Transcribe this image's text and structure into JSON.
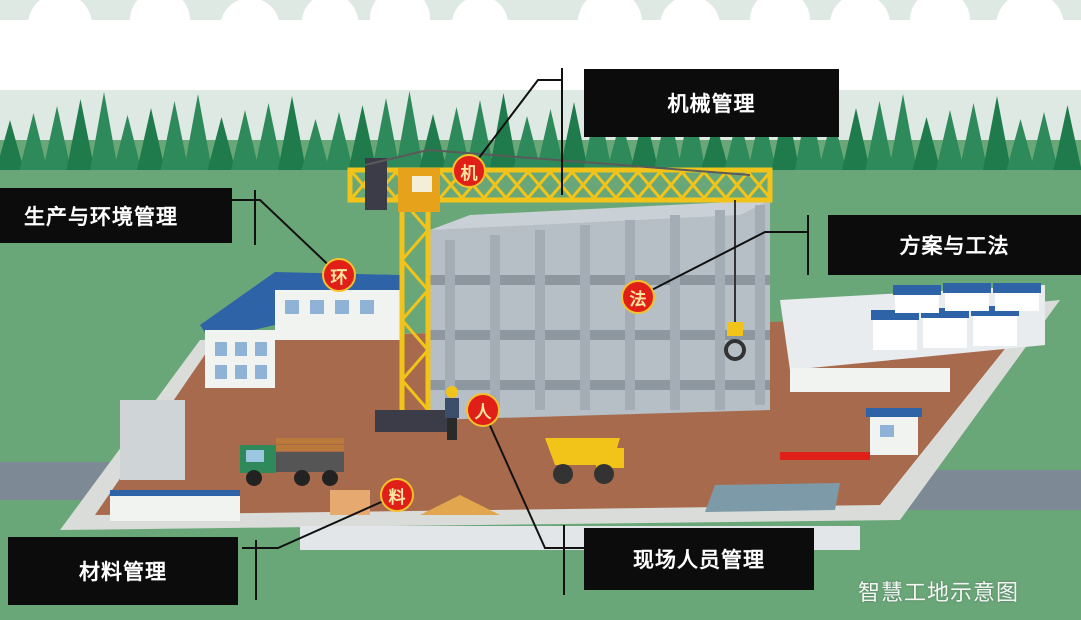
{
  "labels": {
    "jixie": "机械管理",
    "shengchan": "生产与环境管理",
    "fangan": "方案与工法",
    "cailiao": "材料管理",
    "xianchang": "现场人员管理"
  },
  "markers": {
    "ji": "机",
    "huan": "环",
    "fa": "法",
    "ren": "人",
    "liao": "料"
  },
  "watermark": "智慧工地示意图",
  "colors": {
    "sky": "#dfe9e4",
    "tree": "#2e8a5a",
    "grass": "#6aa778",
    "ground": "#a86a4c",
    "road": "#7d8a96",
    "crane": "#f2c41a",
    "building": "#8c97a0",
    "marker_fill": "#e02018",
    "marker_ring": "#f6c12a",
    "label_bg": "#0c0c0c"
  }
}
